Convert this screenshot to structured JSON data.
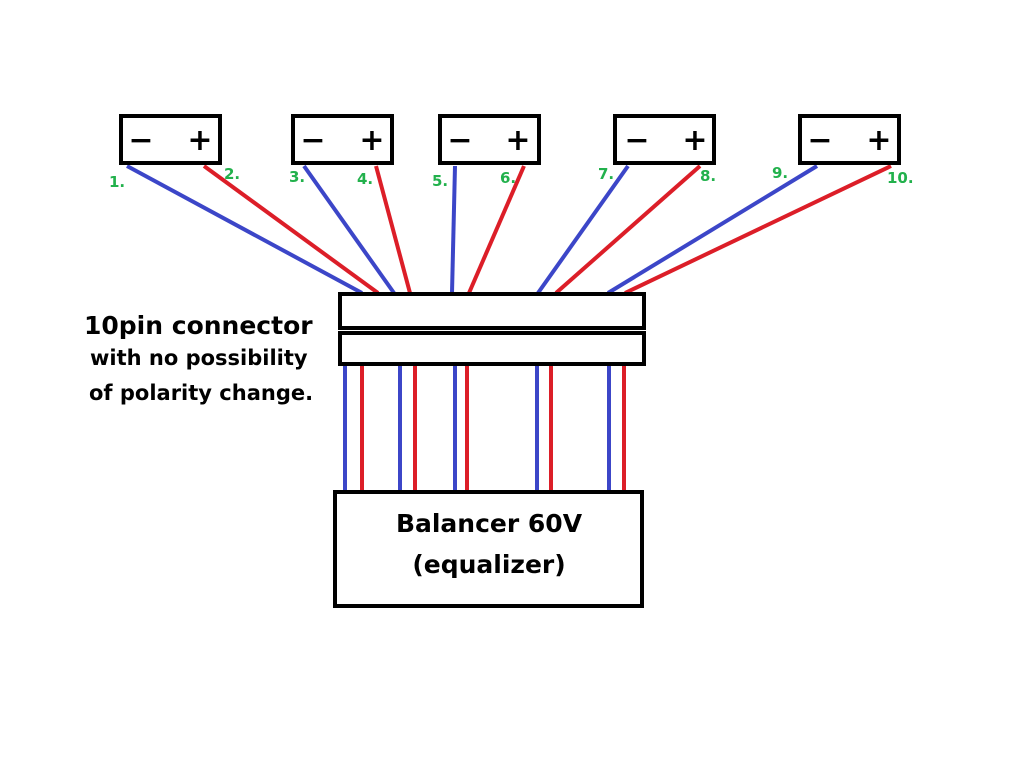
{
  "colors": {
    "negative_wire": "#3c46c8",
    "positive_wire": "#dc1e28",
    "pin_label": "#22b14c",
    "outline": "#000000"
  },
  "cells": [
    {
      "minus": "−",
      "plus": "+",
      "neg_label": "1.",
      "pos_label": "2."
    },
    {
      "minus": "−",
      "plus": "+",
      "neg_label": "3.",
      "pos_label": "4."
    },
    {
      "minus": "−",
      "plus": "+",
      "neg_label": "5.",
      "pos_label": "6."
    },
    {
      "minus": "−",
      "plus": "+",
      "neg_label": "7.",
      "pos_label": "8."
    },
    {
      "minus": "−",
      "plus": "+",
      "neg_label": "9.",
      "pos_label": "10."
    }
  ],
  "connector": {
    "line1": "10pin connector",
    "line2": "with no possibility",
    "line3": "of polarity change."
  },
  "balancer": {
    "line1": "Balancer 60V",
    "line2": "(equalizer)"
  }
}
